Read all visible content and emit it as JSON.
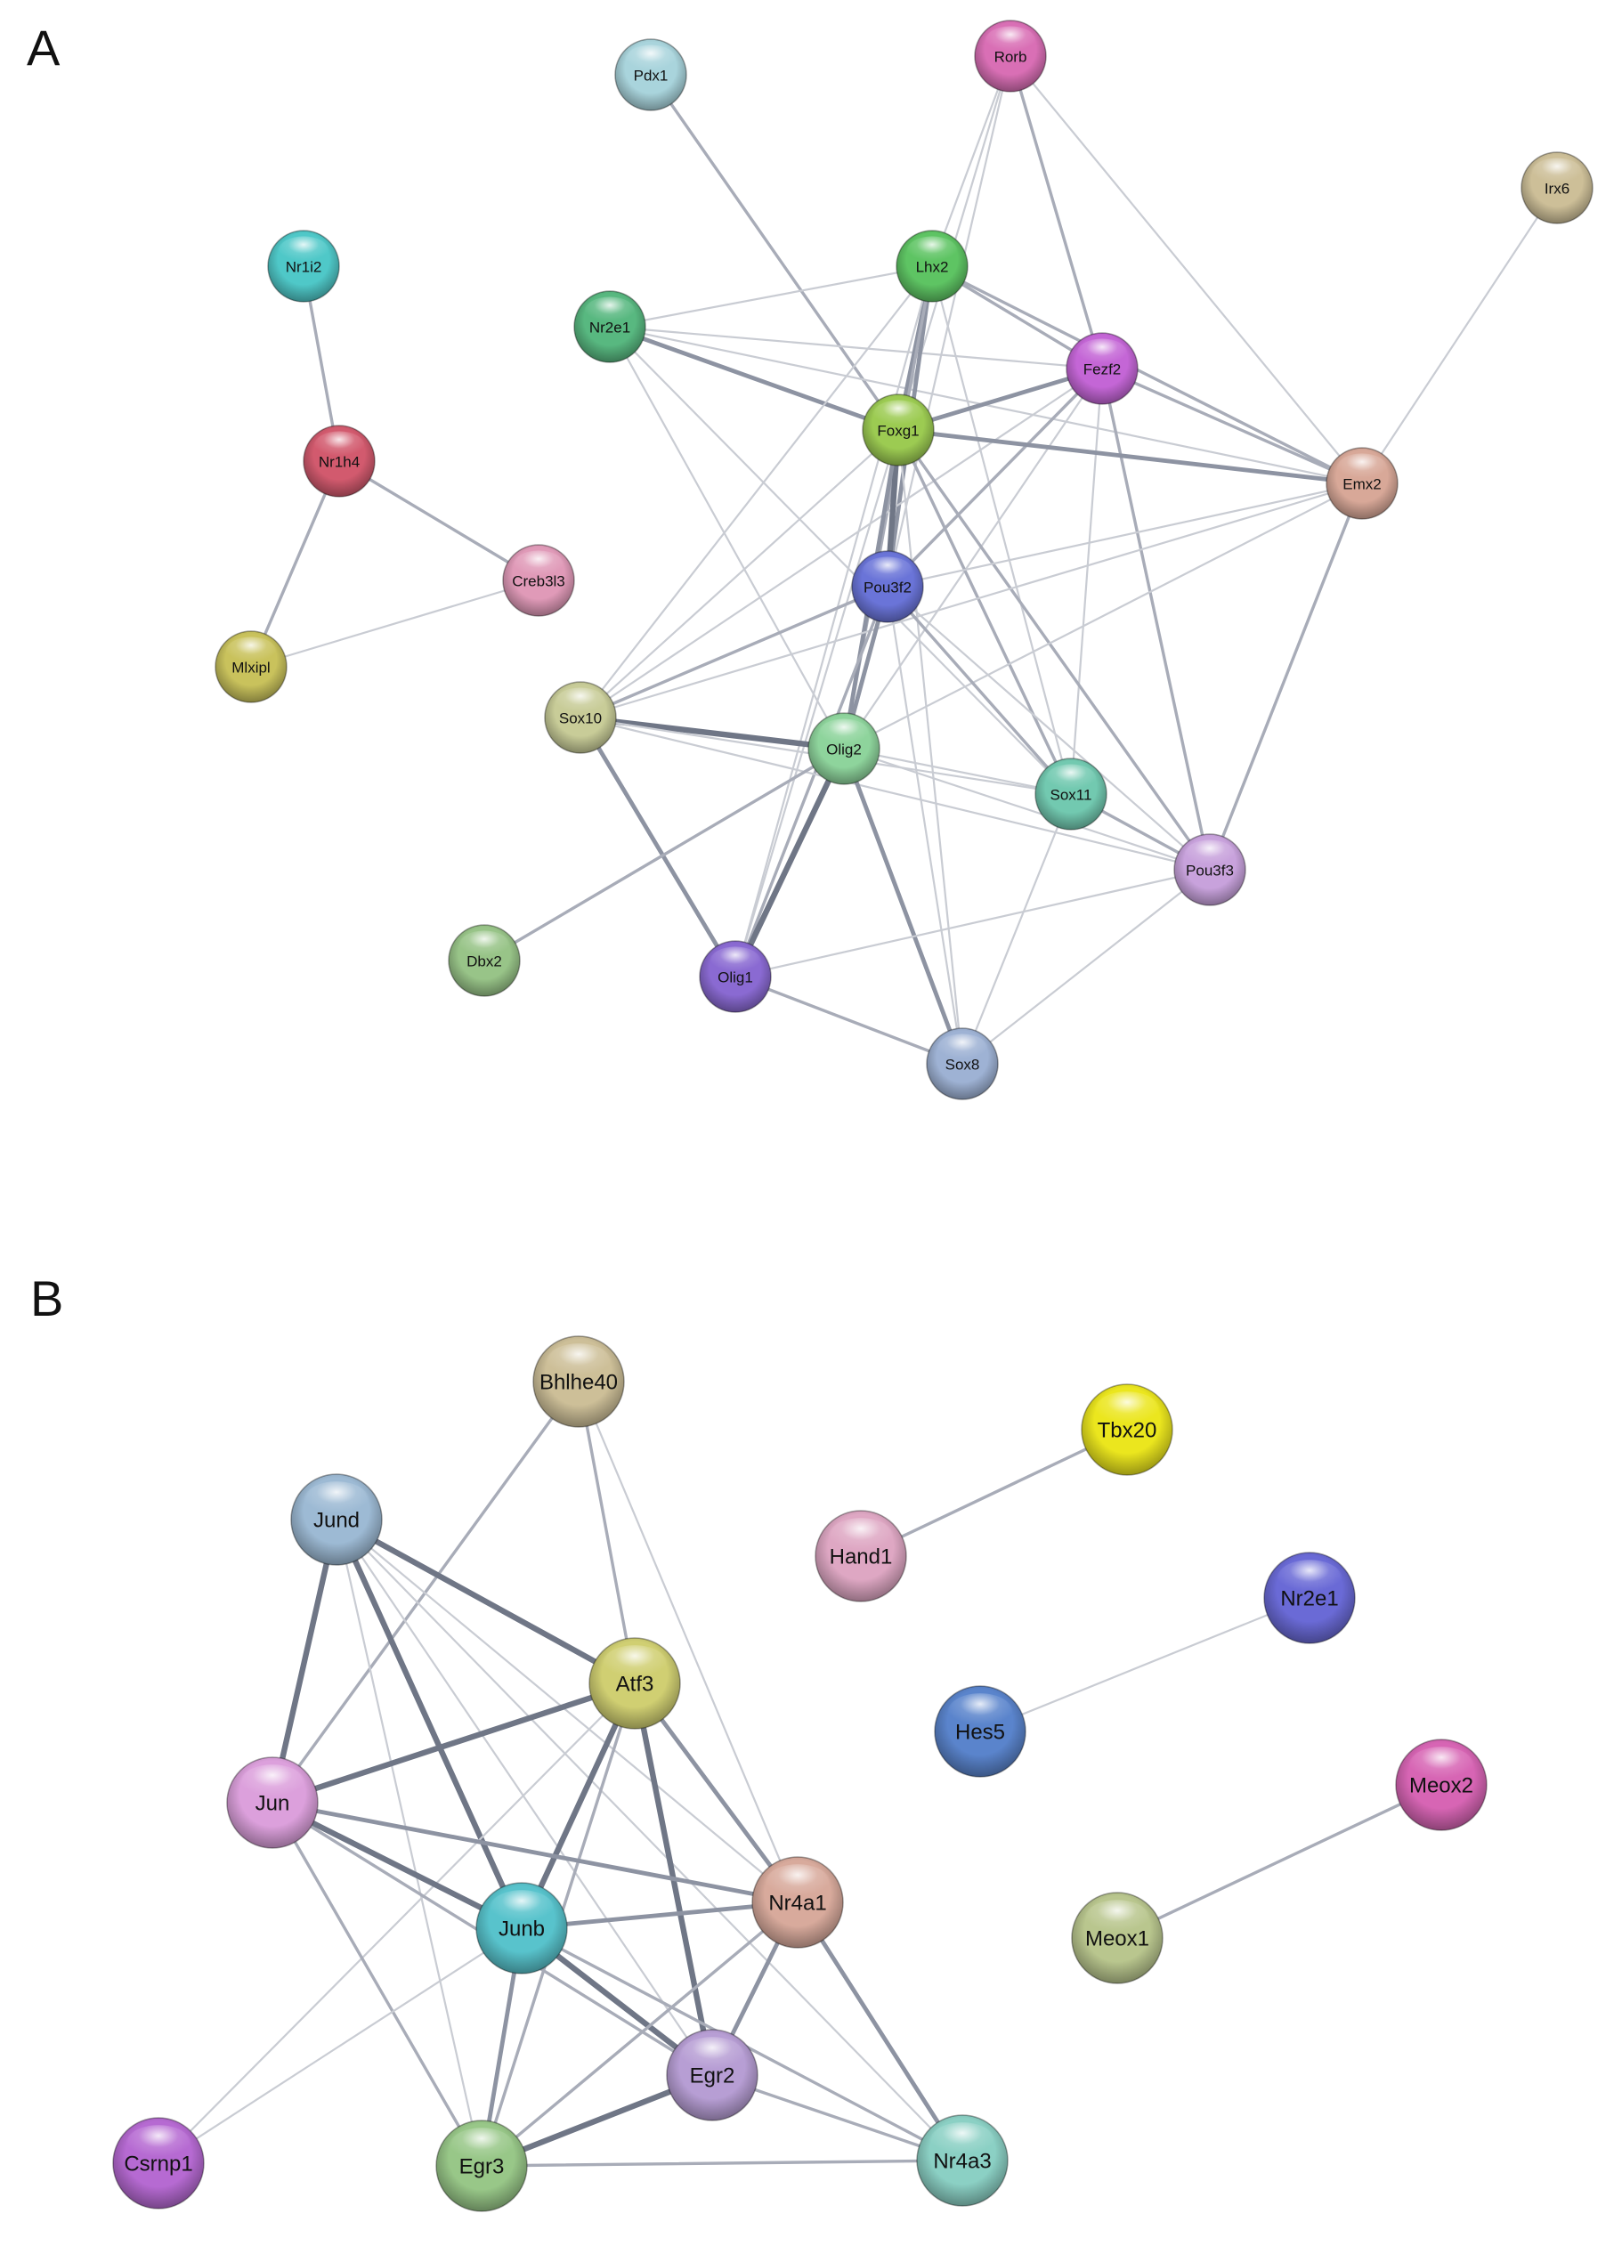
{
  "panels": [
    {
      "id": "A",
      "label": "A",
      "nodes": [
        {
          "id": "Pdx1",
          "label": "Pdx1",
          "color": "#a9d4dc"
        },
        {
          "id": "Rorb",
          "label": "Rorb",
          "color": "#d96fb5"
        },
        {
          "id": "Irx6",
          "label": "Irx6",
          "color": "#cdbf98"
        },
        {
          "id": "Nr1i2",
          "label": "Nr1i2",
          "color": "#4fc8c8"
        },
        {
          "id": "Nr2e1",
          "label": "Nr2e1",
          "color": "#58b880"
        },
        {
          "id": "Lhx2",
          "label": "Lhx2",
          "color": "#5ec463"
        },
        {
          "id": "Fezf2",
          "label": "Fezf2",
          "color": "#c466d6"
        },
        {
          "id": "Foxg1",
          "label": "Foxg1",
          "color": "#9ccb52"
        },
        {
          "id": "Emx2",
          "label": "Emx2",
          "color": "#d8a898"
        },
        {
          "id": "Nr1h4",
          "label": "Nr1h4",
          "color": "#d25a6e"
        },
        {
          "id": "Creb3l3",
          "label": "Creb3l3",
          "color": "#e09ab8"
        },
        {
          "id": "Pou3f2",
          "label": "Pou3f2",
          "color": "#6a74d8"
        },
        {
          "id": "Mlxipl",
          "label": "Mlxipl",
          "color": "#c9c25c"
        },
        {
          "id": "Sox10",
          "label": "Sox10",
          "color": "#c8cc98"
        },
        {
          "id": "Olig2",
          "label": "Olig2",
          "color": "#8ed49c"
        },
        {
          "id": "Sox11",
          "label": "Sox11",
          "color": "#72c9b0"
        },
        {
          "id": "Pou3f3",
          "label": "Pou3f3",
          "color": "#c8a2dc"
        },
        {
          "id": "Dbx2",
          "label": "Dbx2",
          "color": "#98c488"
        },
        {
          "id": "Olig1",
          "label": "Olig1",
          "color": "#8a6ad2"
        },
        {
          "id": "Sox8",
          "label": "Sox8",
          "color": "#9eb2d4"
        }
      ],
      "edges": [
        {
          "source": "Nr1i2",
          "target": "Nr1h4",
          "weight": 2
        },
        {
          "source": "Nr1h4",
          "target": "Creb3l3",
          "weight": 2
        },
        {
          "source": "Nr1h4",
          "target": "Mlxipl",
          "weight": 2
        },
        {
          "source": "Mlxipl",
          "target": "Creb3l3",
          "weight": 1
        },
        {
          "source": "Pdx1",
          "target": "Foxg1",
          "weight": 2
        },
        {
          "source": "Rorb",
          "target": "Lhx2",
          "weight": 1
        },
        {
          "source": "Rorb",
          "target": "Foxg1",
          "weight": 1
        },
        {
          "source": "Rorb",
          "target": "Fezf2",
          "weight": 2
        },
        {
          "source": "Rorb",
          "target": "Emx2",
          "weight": 1
        },
        {
          "source": "Rorb",
          "target": "Pou3f2",
          "weight": 1
        },
        {
          "source": "Irx6",
          "target": "Emx2",
          "weight": 1
        },
        {
          "source": "Nr2e1",
          "target": "Lhx2",
          "weight": 1
        },
        {
          "source": "Nr2e1",
          "target": "Fezf2",
          "weight": 1
        },
        {
          "source": "Nr2e1",
          "target": "Foxg1",
          "weight": 3
        },
        {
          "source": "Nr2e1",
          "target": "Emx2",
          "weight": 1
        },
        {
          "source": "Nr2e1",
          "target": "Olig2",
          "weight": 1
        },
        {
          "source": "Nr2e1",
          "target": "Sox11",
          "weight": 1
        },
        {
          "source": "Lhx2",
          "target": "Fezf2",
          "weight": 2
        },
        {
          "source": "Lhx2",
          "target": "Foxg1",
          "weight": 3
        },
        {
          "source": "Lhx2",
          "target": "Emx2",
          "weight": 2
        },
        {
          "source": "Lhx2",
          "target": "Pou3f2",
          "weight": 3
        },
        {
          "source": "Lhx2",
          "target": "Olig2",
          "weight": 2
        },
        {
          "source": "Lhx2",
          "target": "Sox10",
          "weight": 1
        },
        {
          "source": "Lhx2",
          "target": "Sox11",
          "weight": 1
        },
        {
          "source": "Lhx2",
          "target": "Olig1",
          "weight": 1
        },
        {
          "source": "Fezf2",
          "target": "Foxg1",
          "weight": 3
        },
        {
          "source": "Fezf2",
          "target": "Emx2",
          "weight": 2
        },
        {
          "source": "Fezf2",
          "target": "Pou3f2",
          "weight": 2
        },
        {
          "source": "Fezf2",
          "target": "Olig2",
          "weight": 1
        },
        {
          "source": "Fezf2",
          "target": "Sox11",
          "weight": 1
        },
        {
          "source": "Fezf2",
          "target": "Pou3f3",
          "weight": 2
        },
        {
          "source": "Fezf2",
          "target": "Sox10",
          "weight": 1
        },
        {
          "source": "Foxg1",
          "target": "Emx2",
          "weight": 3
        },
        {
          "source": "Foxg1",
          "target": "Pou3f2",
          "weight": 4
        },
        {
          "source": "Foxg1",
          "target": "Olig2",
          "weight": 3
        },
        {
          "source": "Foxg1",
          "target": "Sox10",
          "weight": 1
        },
        {
          "source": "Foxg1",
          "target": "Sox11",
          "weight": 2
        },
        {
          "source": "Foxg1",
          "target": "Pou3f3",
          "weight": 2
        },
        {
          "source": "Foxg1",
          "target": "Olig1",
          "weight": 1
        },
        {
          "source": "Foxg1",
          "target": "Sox8",
          "weight": 1
        },
        {
          "source": "Emx2",
          "target": "Pou3f2",
          "weight": 1
        },
        {
          "source": "Emx2",
          "target": "Olig2",
          "weight": 1
        },
        {
          "source": "Emx2",
          "target": "Pou3f3",
          "weight": 2
        },
        {
          "source": "Emx2",
          "target": "Sox10",
          "weight": 1
        },
        {
          "source": "Pou3f2",
          "target": "Sox10",
          "weight": 2
        },
        {
          "source": "Pou3f2",
          "target": "Olig2",
          "weight": 3
        },
        {
          "source": "Pou3f2",
          "target": "Sox11",
          "weight": 2
        },
        {
          "source": "Pou3f2",
          "target": "Olig1",
          "weight": 2
        },
        {
          "source": "Pou3f2",
          "target": "Pou3f3",
          "weight": 1
        },
        {
          "source": "Pou3f2",
          "target": "Sox8",
          "weight": 1
        },
        {
          "source": "Sox10",
          "target": "Olig2",
          "weight": 4
        },
        {
          "source": "Sox10",
          "target": "Olig1",
          "weight": 3
        },
        {
          "source": "Sox10",
          "target": "Sox11",
          "weight": 1
        },
        {
          "source": "Sox10",
          "target": "Pou3f3",
          "weight": 1
        },
        {
          "source": "Olig2",
          "target": "Olig1",
          "weight": 4
        },
        {
          "source": "Olig2",
          "target": "Sox8",
          "weight": 3
        },
        {
          "source": "Olig2",
          "target": "Dbx2",
          "weight": 2
        },
        {
          "source": "Olig2",
          "target": "Sox11",
          "weight": 1
        },
        {
          "source": "Olig2",
          "target": "Pou3f3",
          "weight": 1
        },
        {
          "source": "Sox11",
          "target": "Pou3f3",
          "weight": 2
        },
        {
          "source": "Sox11",
          "target": "Sox8",
          "weight": 1
        },
        {
          "source": "Olig1",
          "target": "Sox8",
          "weight": 2
        },
        {
          "source": "Olig1",
          "target": "Pou3f3",
          "weight": 1
        },
        {
          "source": "Sox8",
          "target": "Pou3f3",
          "weight": 1
        }
      ]
    },
    {
      "id": "B",
      "label": "B",
      "nodes": [
        {
          "id": "Bhlhe40",
          "label": "Bhlhe40",
          "color": "#cdbf98"
        },
        {
          "id": "Tbx20",
          "label": "Tbx20",
          "color": "#ebe61e"
        },
        {
          "id": "Jund",
          "label": "Jund",
          "color": "#9dbad4"
        },
        {
          "id": "Hand1",
          "label": "Hand1",
          "color": "#dea7c3"
        },
        {
          "id": "Nr2e1",
          "label": "Nr2e1",
          "color": "#6a6ad6"
        },
        {
          "id": "Atf3",
          "label": "Atf3",
          "color": "#d0cf72"
        },
        {
          "id": "Hes5",
          "label": "Hes5",
          "color": "#5a84cc"
        },
        {
          "id": "Jun",
          "label": "Jun",
          "color": "#dca0dc"
        },
        {
          "id": "Meox2",
          "label": "Meox2",
          "color": "#d765b4"
        },
        {
          "id": "Nr4a1",
          "label": "Nr4a1",
          "color": "#d8aa9c"
        },
        {
          "id": "Junb",
          "label": "Junb",
          "color": "#58c3cc"
        },
        {
          "id": "Meox1",
          "label": "Meox1",
          "color": "#b9c68e"
        },
        {
          "id": "Egr2",
          "label": "Egr2",
          "color": "#b79ed4"
        },
        {
          "id": "Csrnp1",
          "label": "Csrnp1",
          "color": "#b66ad2"
        },
        {
          "id": "Egr3",
          "label": "Egr3",
          "color": "#98c788"
        },
        {
          "id": "Nr4a3",
          "label": "Nr4a3",
          "color": "#8bd0c4"
        }
      ],
      "edges": [
        {
          "source": "Tbx20",
          "target": "Hand1",
          "weight": 2
        },
        {
          "source": "Nr2e1",
          "target": "Hes5",
          "weight": 1
        },
        {
          "source": "Meox2",
          "target": "Meox1",
          "weight": 2
        },
        {
          "source": "Bhlhe40",
          "target": "Atf3",
          "weight": 2
        },
        {
          "source": "Bhlhe40",
          "target": "Jun",
          "weight": 2
        },
        {
          "source": "Bhlhe40",
          "target": "Nr4a1",
          "weight": 1
        },
        {
          "source": "Jund",
          "target": "Atf3",
          "weight": 4
        },
        {
          "source": "Jund",
          "target": "Jun",
          "weight": 4
        },
        {
          "source": "Jund",
          "target": "Junb",
          "weight": 4
        },
        {
          "source": "Jund",
          "target": "Nr4a1",
          "weight": 1
        },
        {
          "source": "Jund",
          "target": "Egr2",
          "weight": 1
        },
        {
          "source": "Jund",
          "target": "Egr3",
          "weight": 1
        },
        {
          "source": "Jund",
          "target": "Nr4a3",
          "weight": 1
        },
        {
          "source": "Atf3",
          "target": "Jun",
          "weight": 4
        },
        {
          "source": "Atf3",
          "target": "Junb",
          "weight": 4
        },
        {
          "source": "Atf3",
          "target": "Nr4a1",
          "weight": 3
        },
        {
          "source": "Atf3",
          "target": "Egr2",
          "weight": 4
        },
        {
          "source": "Atf3",
          "target": "Egr3",
          "weight": 2
        },
        {
          "source": "Atf3",
          "target": "Csrnp1",
          "weight": 1
        },
        {
          "source": "Jun",
          "target": "Junb",
          "weight": 4
        },
        {
          "source": "Jun",
          "target": "Nr4a1",
          "weight": 3
        },
        {
          "source": "Jun",
          "target": "Egr2",
          "weight": 2
        },
        {
          "source": "Jun",
          "target": "Egr3",
          "weight": 2
        },
        {
          "source": "Junb",
          "target": "Nr4a1",
          "weight": 3
        },
        {
          "source": "Junb",
          "target": "Egr2",
          "weight": 4
        },
        {
          "source": "Junb",
          "target": "Egr3",
          "weight": 3
        },
        {
          "source": "Junb",
          "target": "Nr4a3",
          "weight": 2
        },
        {
          "source": "Junb",
          "target": "Csrnp1",
          "weight": 1
        },
        {
          "source": "Nr4a1",
          "target": "Egr2",
          "weight": 3
        },
        {
          "source": "Nr4a1",
          "target": "Egr3",
          "weight": 2
        },
        {
          "source": "Nr4a1",
          "target": "Nr4a3",
          "weight": 3
        },
        {
          "source": "Egr2",
          "target": "Egr3",
          "weight": 4
        },
        {
          "source": "Egr2",
          "target": "Nr4a3",
          "weight": 2
        },
        {
          "source": "Egr3",
          "target": "Nr4a3",
          "weight": 2
        }
      ]
    }
  ]
}
